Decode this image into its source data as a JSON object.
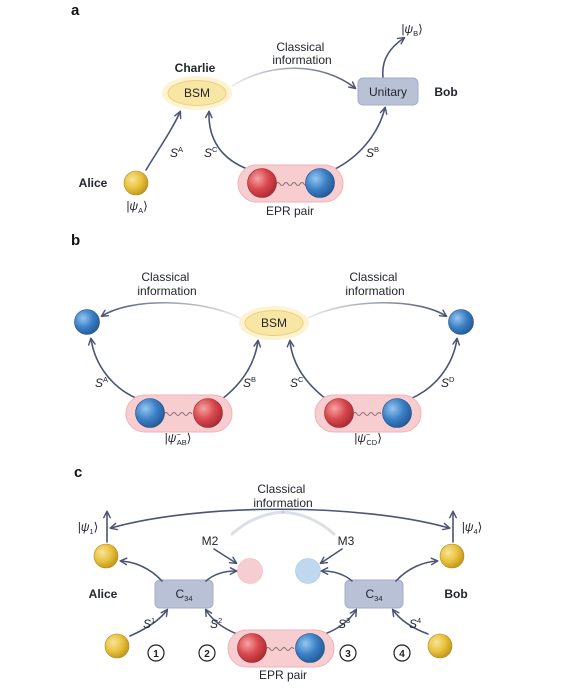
{
  "colors": {
    "arrow": "#4b5573",
    "yellow": "#e8c13c",
    "bsm_fill": "#f8e6a4",
    "bsm_halo": "#fdf3d2",
    "red": "#d8474b",
    "blue": "#3a7fc6",
    "epr_halo": "#f7cdd0",
    "box": "#b9c1d6",
    "faded_red": "#f6cdd0",
    "faded_blue": "#bfd8ef"
  },
  "panel_a": {
    "label": "a",
    "psi_b": {
      "open": "|ψ",
      "sub": "B",
      "close": "⟩"
    },
    "classical_info": [
      "Classical",
      "information"
    ],
    "charlie": "Charlie",
    "bsm": "BSM",
    "unitary": "Unitary",
    "bob": "Bob",
    "alice": "Alice",
    "psi_a": {
      "open": "|ψ",
      "sub": "A",
      "close": "⟩"
    },
    "s_a": {
      "base": "S",
      "sup": "A"
    },
    "s_c": {
      "base": "S",
      "sup": "C"
    },
    "s_b": {
      "base": "S",
      "sup": "B"
    },
    "epr_pair": "EPR pair"
  },
  "panel_b": {
    "label": "b",
    "classical_info_left": [
      "Classical",
      "information"
    ],
    "classical_info_right": [
      "Classical",
      "information"
    ],
    "bsm": "BSM",
    "s_a": {
      "base": "S",
      "sup": "A"
    },
    "s_b": {
      "base": "S",
      "sup": "B"
    },
    "s_c": {
      "base": "S",
      "sup": "C"
    },
    "s_d": {
      "base": "S",
      "sup": "D"
    },
    "psi_ab": {
      "open": "|ψ",
      "sup": "−",
      "sub": "AB",
      "close": "⟩"
    },
    "psi_cd": {
      "open": "|ψ",
      "sup": "−",
      "sub": "CD",
      "close": "⟩"
    }
  },
  "panel_c": {
    "label": "c",
    "classical_info": [
      "Classical",
      "information"
    ],
    "psi_1": {
      "open": "|ψ",
      "sub": "1",
      "close": "⟩"
    },
    "psi_4": {
      "open": "|ψ",
      "sub": "4",
      "close": "⟩"
    },
    "m2": "M2",
    "m3": "M3",
    "c34_left": {
      "base": "C",
      "sub": "34"
    },
    "c34_right": {
      "base": "C",
      "sub": "34"
    },
    "alice": "Alice",
    "bob": "Bob",
    "s_1": {
      "base": "S",
      "sup": "1"
    },
    "s_2": {
      "base": "S",
      "sup": "2"
    },
    "s_3": {
      "base": "S",
      "sup": "3"
    },
    "s_4": {
      "base": "S",
      "sup": "4"
    },
    "steps": [
      "1",
      "2",
      "3",
      "4"
    ],
    "epr_pair": "EPR pair"
  }
}
